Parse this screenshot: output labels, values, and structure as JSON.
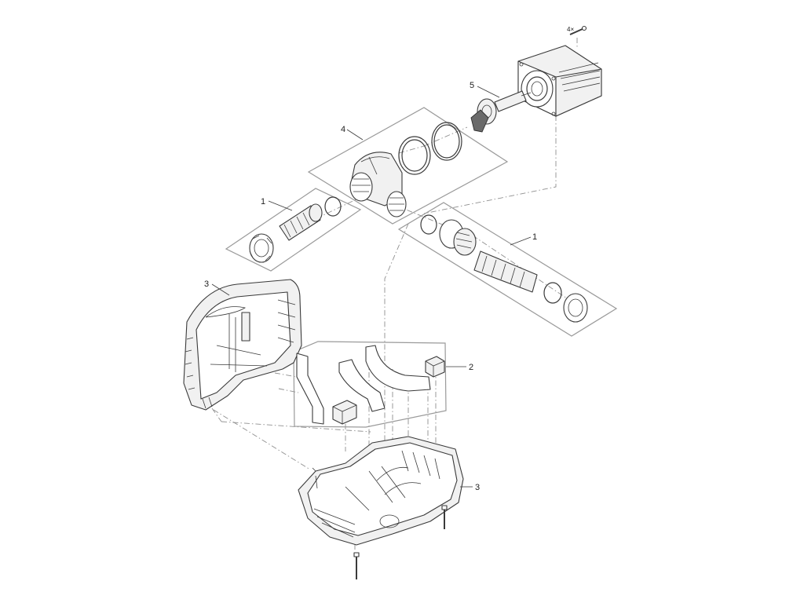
{
  "diagram": {
    "callouts": {
      "hose_connector_left": "1",
      "hose_connector_right": "1",
      "mounting_parts": "2",
      "housing_upper": "3",
      "housing_lower": "3",
      "pump_chamber": "4",
      "rotor_unit": "5",
      "screw_quantity": "4×"
    }
  }
}
